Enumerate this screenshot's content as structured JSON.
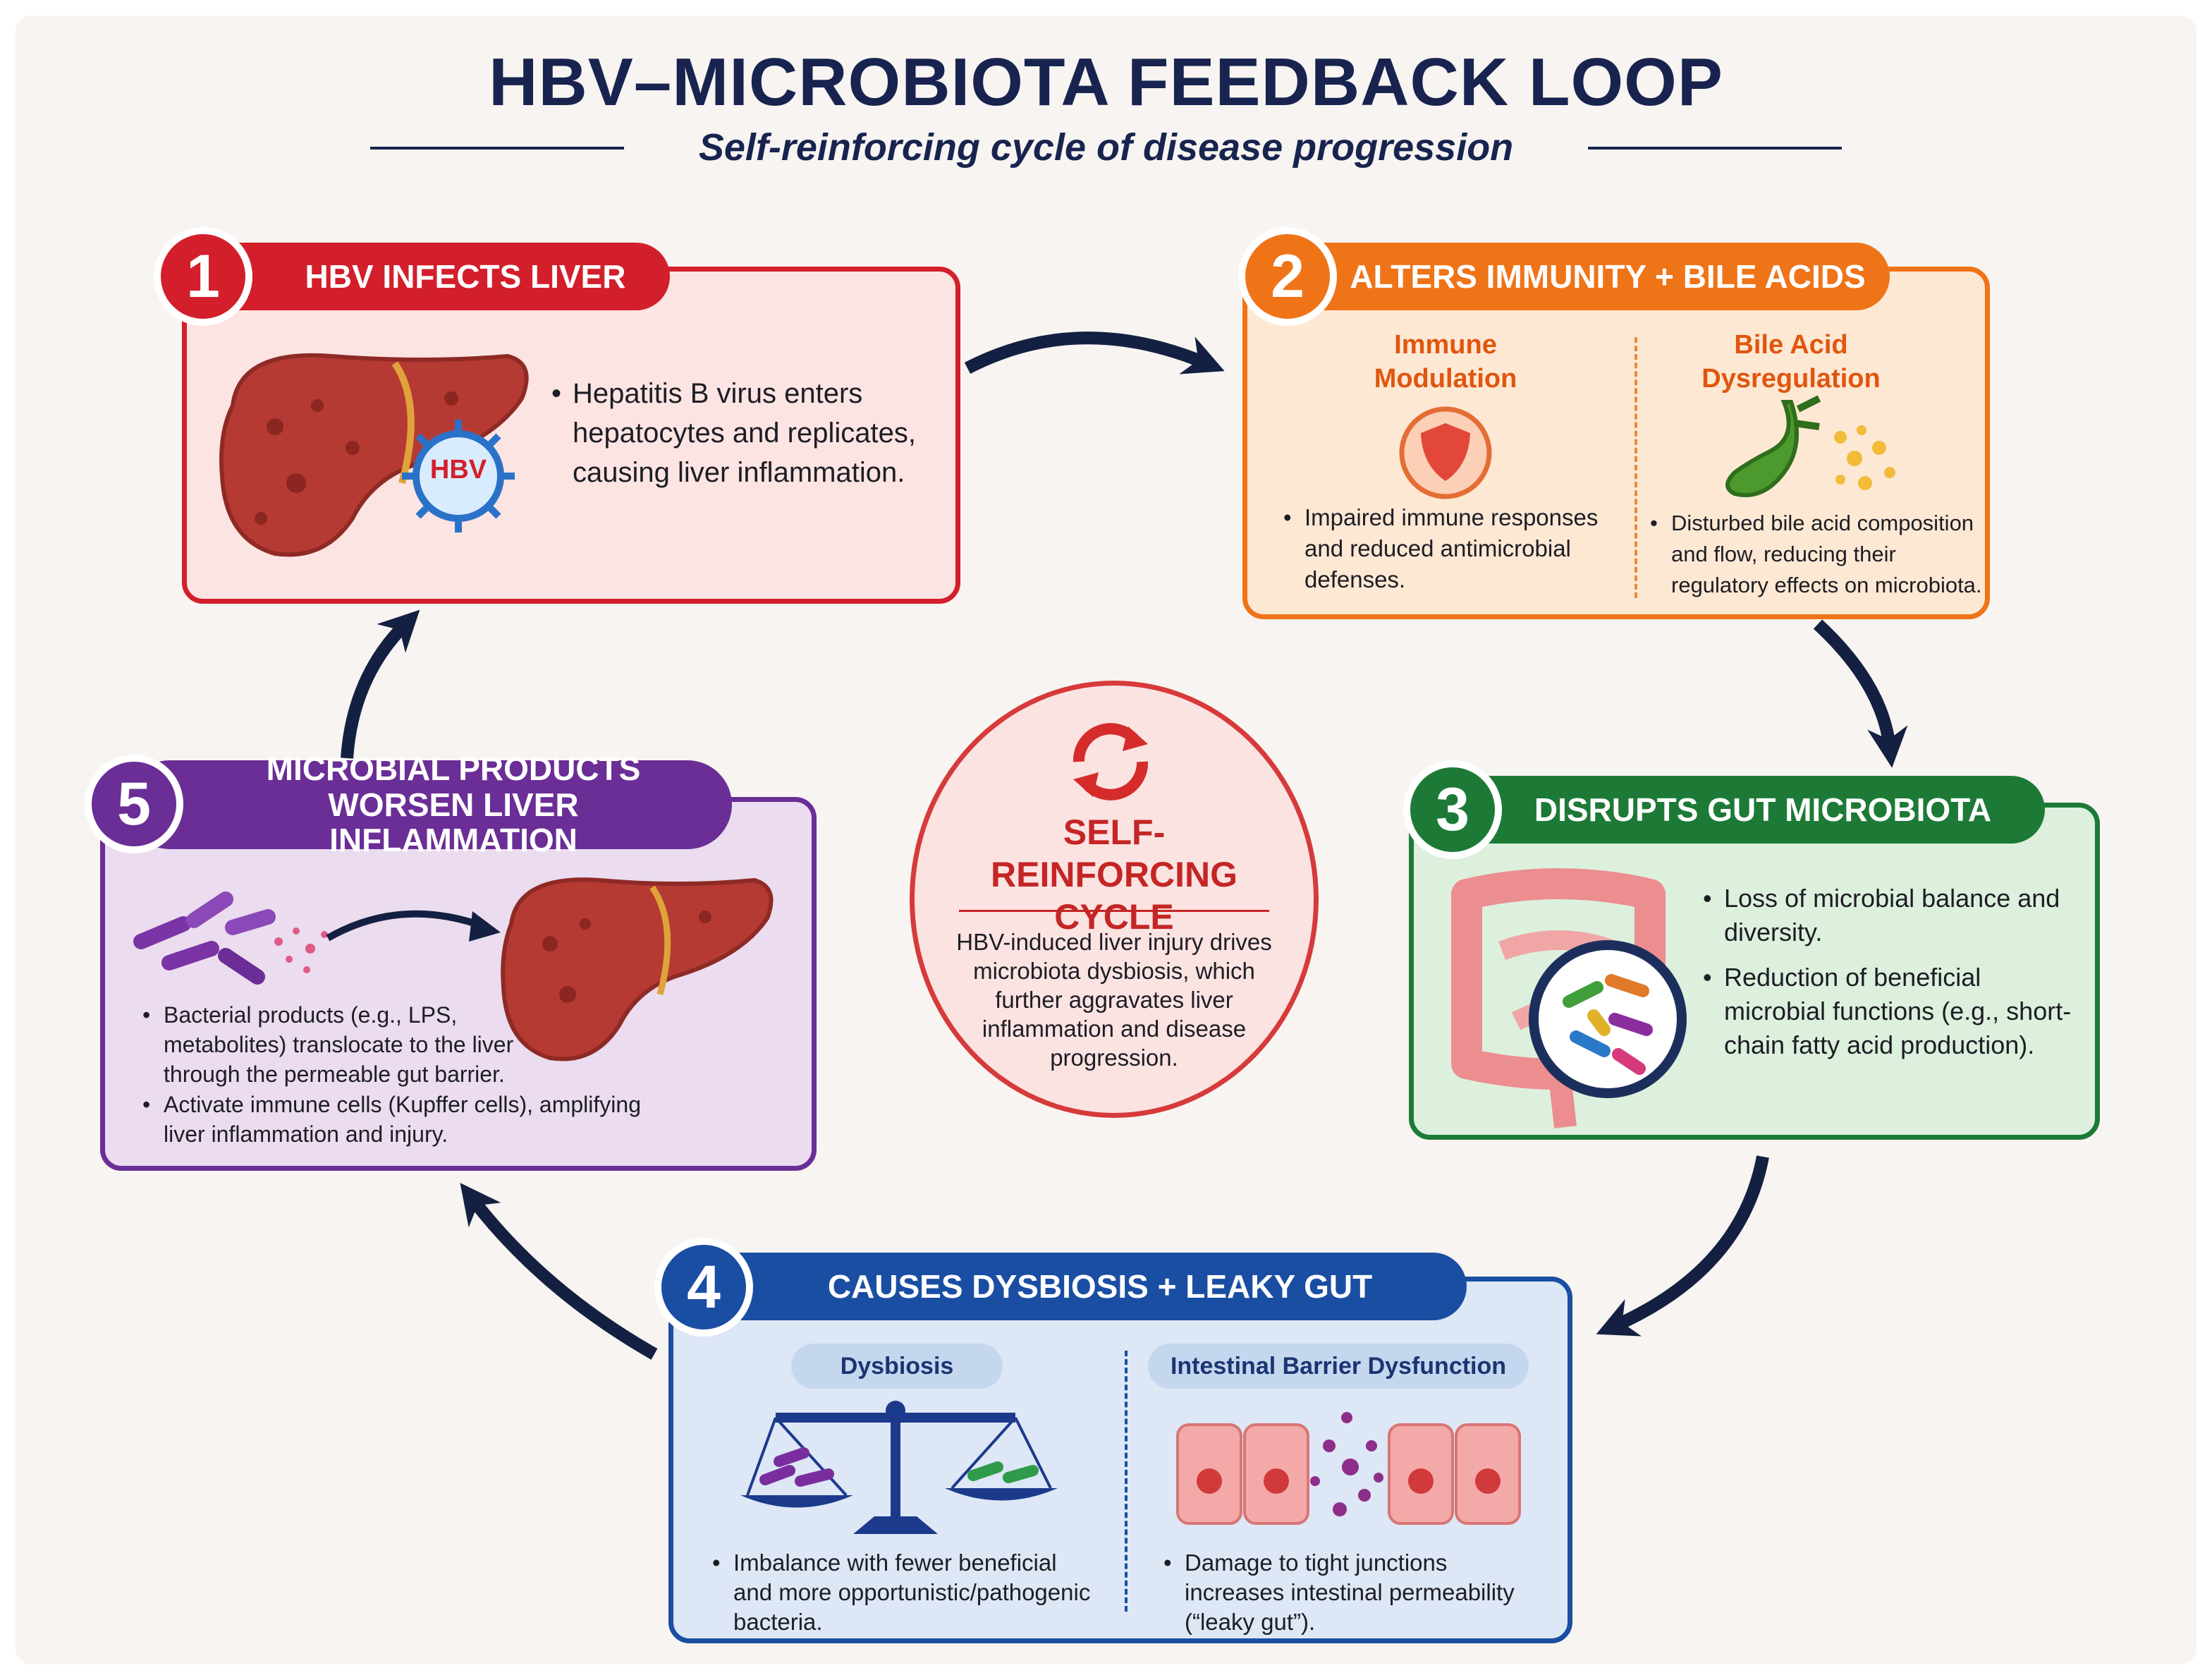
{
  "title": "HBV–MICROBIOTA FEEDBACK LOOP",
  "subtitle": "Self-reinforcing cycle of disease progression",
  "colors": {
    "red": "#d9202a",
    "orange": "#ef7418",
    "green": "#1d7a36",
    "blue": "#1a4ea2",
    "purple": "#6a2e96",
    "navy": "#18244f"
  },
  "steps": [
    {
      "number": "1",
      "title": "HBV INFECTS LIVER",
      "virus_label": "HBV",
      "bullets": [
        "Hepatitis B virus enters hepatocytes and replicates, causing liver inflammation."
      ]
    },
    {
      "number": "2",
      "title": "ALTERS IMMUNITY + BILE ACIDS",
      "left": {
        "heading": "Immune Modulation",
        "bullet": "Impaired immune responses and reduced antimicrobial defenses."
      },
      "right": {
        "heading": "Bile Acid Dysregulation",
        "bullet": "Disturbed bile acid composition and flow, reducing their regulatory effects on microbiota."
      }
    },
    {
      "number": "3",
      "title": "DISRUPTS GUT MICROBIOTA",
      "bullets": [
        "Loss of microbial balance and diversity.",
        "Reduction of beneficial microbial functions (e.g., short-chain fatty acid production)."
      ]
    },
    {
      "number": "4",
      "title": "CAUSES DYSBIOSIS + LEAKY GUT",
      "left": {
        "heading": "Dysbiosis",
        "bullet": "Imbalance with fewer beneficial and more opportunistic/pathogenic bacteria."
      },
      "right": {
        "heading": "Intestinal Barrier Dysfunction",
        "bullet": "Damage to tight junctions increases intestinal permeability (“leaky gut”)."
      }
    },
    {
      "number": "5",
      "title": "MICROBIAL PRODUCTS WORSEN LIVER INFLAMMATION",
      "bullets": [
        "Bacterial products (e.g., LPS, metabolites) translocate to the liver through the permeable gut barrier.",
        "Activate immune cells (Kupffer cells), amplifying liver inflammation and injury."
      ]
    }
  ],
  "center": {
    "heading": "SELF-REINFORCING CYCLE",
    "text": "HBV-induced liver injury drives microbiota dysbiosis, which further aggravates liver inflammation and disease progression."
  },
  "icons": {
    "cycle": "cycle-arrows-icon",
    "liver": "liver-icon",
    "virus": "virus-icon",
    "shield": "shield-icon",
    "gallbladder": "gallbladder-icon",
    "intestine": "intestine-icon",
    "magnifier": "magnifier-icon",
    "balance": "balance-scale-icon",
    "epithelium": "epithelium-cells-icon",
    "bacteria": "bacteria-icon"
  }
}
